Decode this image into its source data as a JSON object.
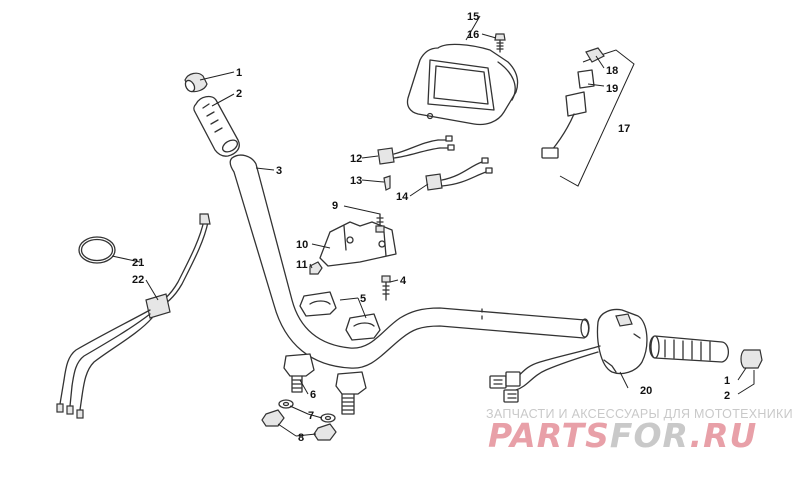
{
  "callouts": {
    "c1a": "1",
    "c1b": "1",
    "c2a": "2",
    "c2b": "2",
    "c3": "3",
    "c4": "4",
    "c5": "5",
    "c6": "6",
    "c7": "7",
    "c8": "8",
    "c9": "9",
    "c10": "10",
    "c11": "11",
    "c12": "12",
    "c13": "13",
    "c14": "14",
    "c15": "15",
    "c16": "16",
    "c17": "17",
    "c18": "18",
    "c19": "19",
    "c20": "20",
    "c21": "21",
    "c22": "22"
  },
  "watermark": {
    "tagline": "ЗАПЧАСТИ И АКСЕССУАРЫ ДЛЯ МОТОТЕХНИКИ",
    "logo_part1": "PARTS",
    "logo_part2": "FOR",
    "logo_part3": ".RU"
  },
  "colors": {
    "line": "#333333",
    "watermark_red": "#e8a0a8",
    "watermark_grey": "#c9c9c9"
  }
}
